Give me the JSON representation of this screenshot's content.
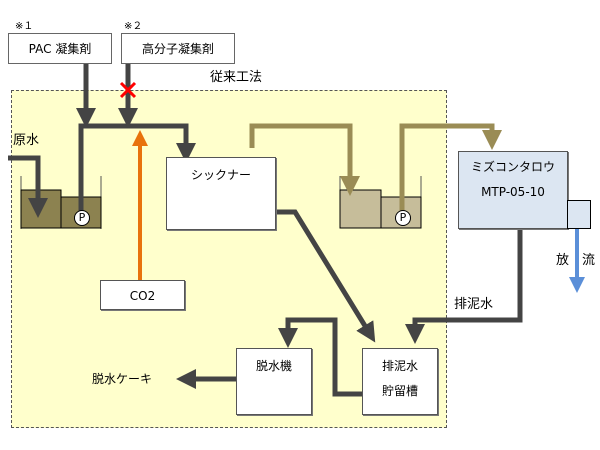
{
  "diagram": {
    "region_label": "従来工法",
    "notes": {
      "note1": "※１",
      "note2": "※２"
    },
    "inputs": {
      "pac": "PAC 凝集剤",
      "polymer": "高分子凝集剤",
      "co2": "CO2",
      "raw_water": "原水"
    },
    "units": {
      "thickener": "シックナー",
      "mizucon_line1": "ミズコンタロウ",
      "mizucon_line2": "MTP-05-10",
      "dehydrator": "脱水機",
      "storage_line1": "排泥水",
      "storage_line2": "貯留槽"
    },
    "outputs": {
      "discharge": "放　流",
      "sludge_water": "排泥水",
      "cake": "脱水ケーキ"
    },
    "pump_label": "P",
    "colors": {
      "region_fill": "#ffffcc",
      "dark_line": "#444444",
      "olive_line": "#9a8c55",
      "orange_line": "#e8720c",
      "blue_line": "#5b8fd8",
      "tank_dark": "#8c8250",
      "tank_light": "#c6bd9a",
      "mizucon_fill": "#dce6f2",
      "cross": "#ff0000"
    }
  }
}
